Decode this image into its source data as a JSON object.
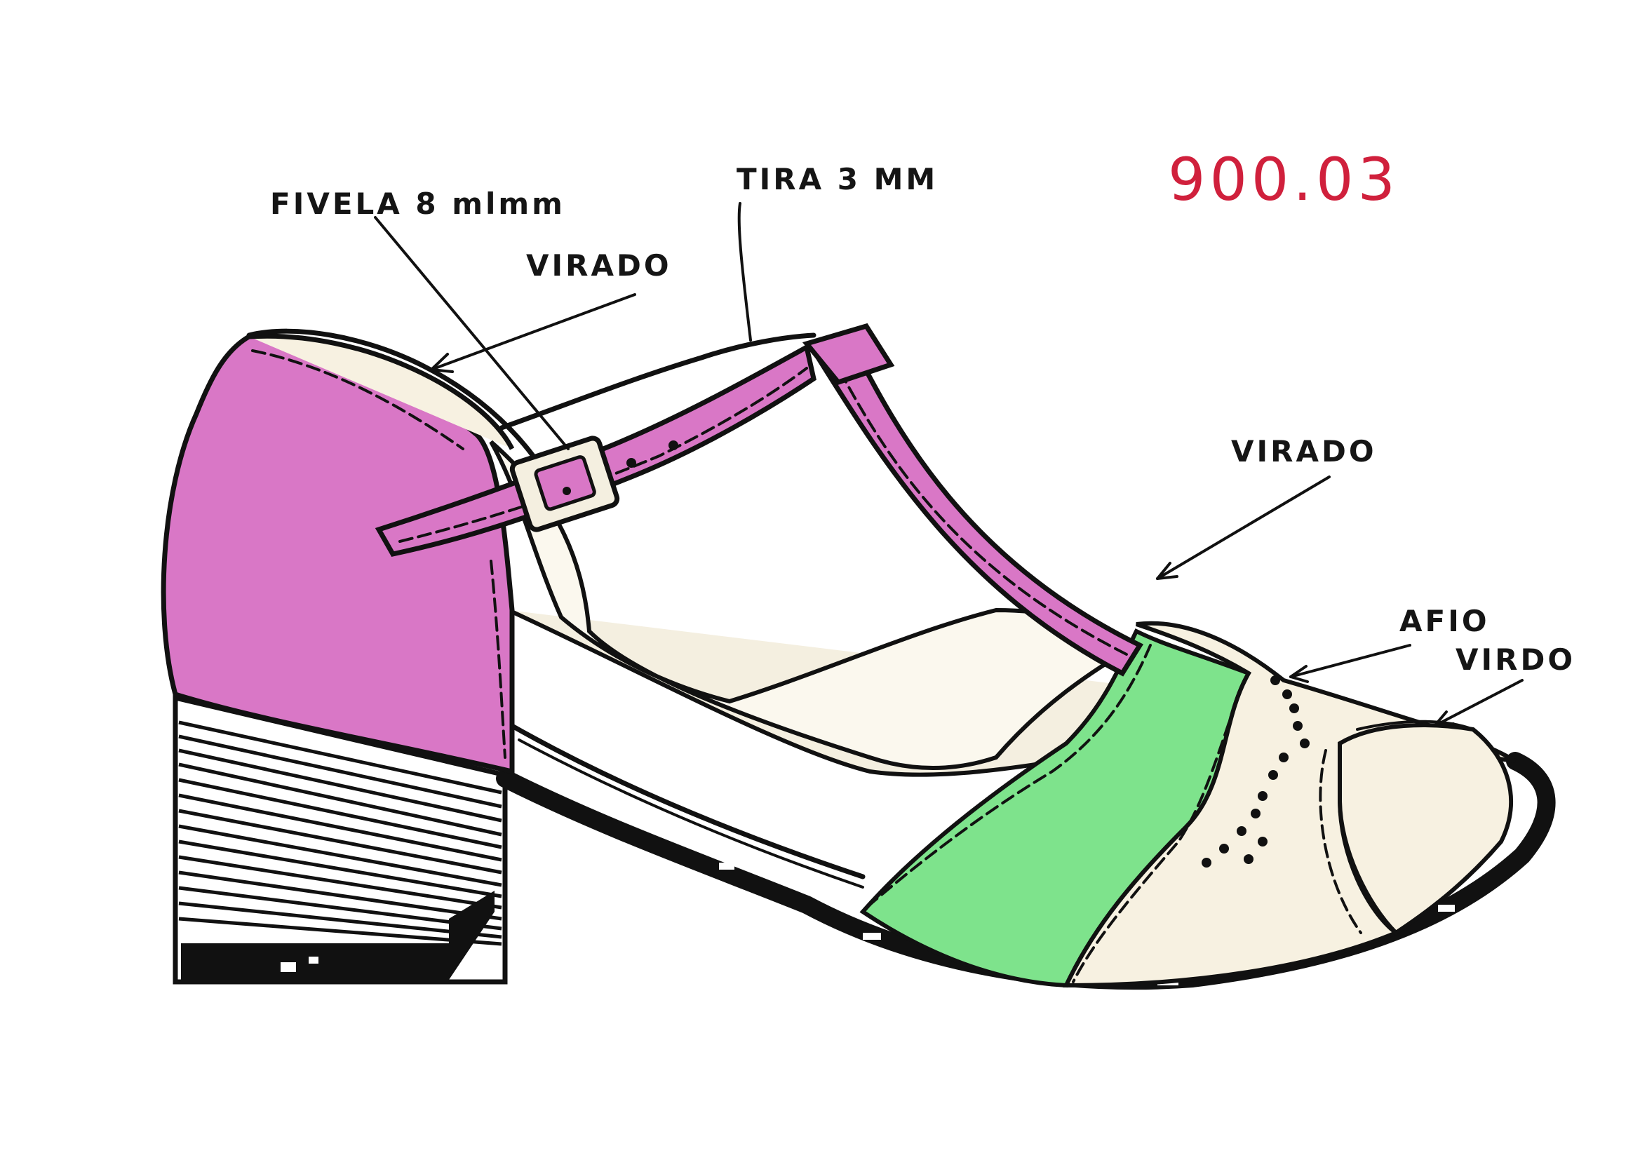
{
  "model_code": "900.03",
  "colors": {
    "code_red": "#d0203c",
    "pink": "#d977c6",
    "green": "#7ee38c",
    "cream": "#f7f1e1",
    "ink": "#111111"
  },
  "labels": {
    "fivela": "FIVELA 8 mlmm",
    "tira": "TIRA 3 MM",
    "virado_heel": "VIRADO",
    "virado_vamp": "VIRADO",
    "afio": "AFIO",
    "virado_toe": "VIRDO"
  }
}
